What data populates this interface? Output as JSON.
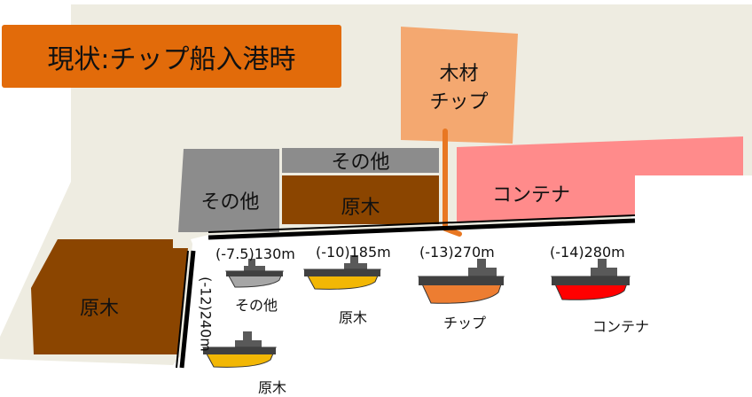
{
  "title": "現状:チップ船入港時",
  "zones": {
    "chip_yard": "木材\nチップ",
    "other_small": "その他",
    "other_left": "その他",
    "logs_center": "原木",
    "container": "コンテナ",
    "logs_left": "原木"
  },
  "berths": [
    {
      "depth_length": "(-7.5)130m",
      "cargo": "その他",
      "hull_color": "#a6a6a6"
    },
    {
      "depth_length": "(-10)185m",
      "cargo": "原木",
      "hull_color": "#f2b705"
    },
    {
      "depth_length": "(-13)270m",
      "cargo": "チップ",
      "hull_color": "#ed7d31"
    },
    {
      "depth_length": "(-14)280m",
      "cargo": "コンテナ",
      "hull_color": "#ff0000"
    }
  ],
  "side_berth": {
    "depth_length": "(-12)240m",
    "cargo": "原木",
    "hull_color": "#f2b705"
  },
  "colors": {
    "land": "#eeece1",
    "title_bg": "#e26b0a",
    "chip": "#f4a870",
    "other": "#8c8c8c",
    "logs": "#8b4500",
    "container": "#ff8b8b",
    "pipe": "#e87722",
    "quay": "#000000"
  }
}
